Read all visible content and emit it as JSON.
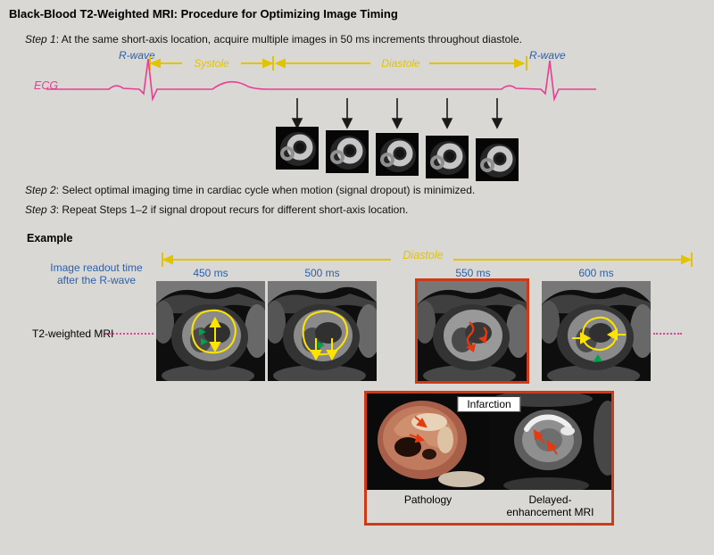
{
  "title": "Black-Blood T2-Weighted MRI: Procedure for Optimizing Image Timing",
  "steps": {
    "step1_label": "Step 1",
    "step1_text": ": At the same short-axis location, acquire multiple images in 50 ms increments throughout diastole.",
    "step2_label": "Step 2",
    "step2_text": ": Select optimal imaging time in cardiac cycle when motion (signal dropout) is minimized.",
    "step3_label": "Step 3",
    "step3_text": ": Repeat Steps 1–2 if signal dropout recurs for different short-axis location."
  },
  "ecg": {
    "ecg_label": "ECG",
    "r_wave_left": "R-wave",
    "r_wave_right": "R-wave",
    "systole_label": "Systole",
    "diastole_label": "Diastole"
  },
  "example": {
    "heading": "Example",
    "diastole_label": "Diastole",
    "readout_line1": "Image readout time",
    "readout_line2": "after the R-wave",
    "times": [
      "450 ms",
      "500 ms",
      "550 ms",
      "600 ms"
    ],
    "t2_label": "T2-weighted MRI"
  },
  "panel": {
    "infarction_label": "Infarction",
    "pathology_caption": "Pathology",
    "de_caption_line1": "Delayed-",
    "de_caption_line2": "enhancement MRI"
  },
  "colors": {
    "background": "#d9d8d4",
    "label_blue": "#2e5fa6",
    "annotation_yellow": "#e3c300",
    "ecg_pink": "#ea3d95",
    "highlight_red": "#cd3a17",
    "arrow_green": "#00a24d",
    "arrow_red": "#e8380d"
  }
}
